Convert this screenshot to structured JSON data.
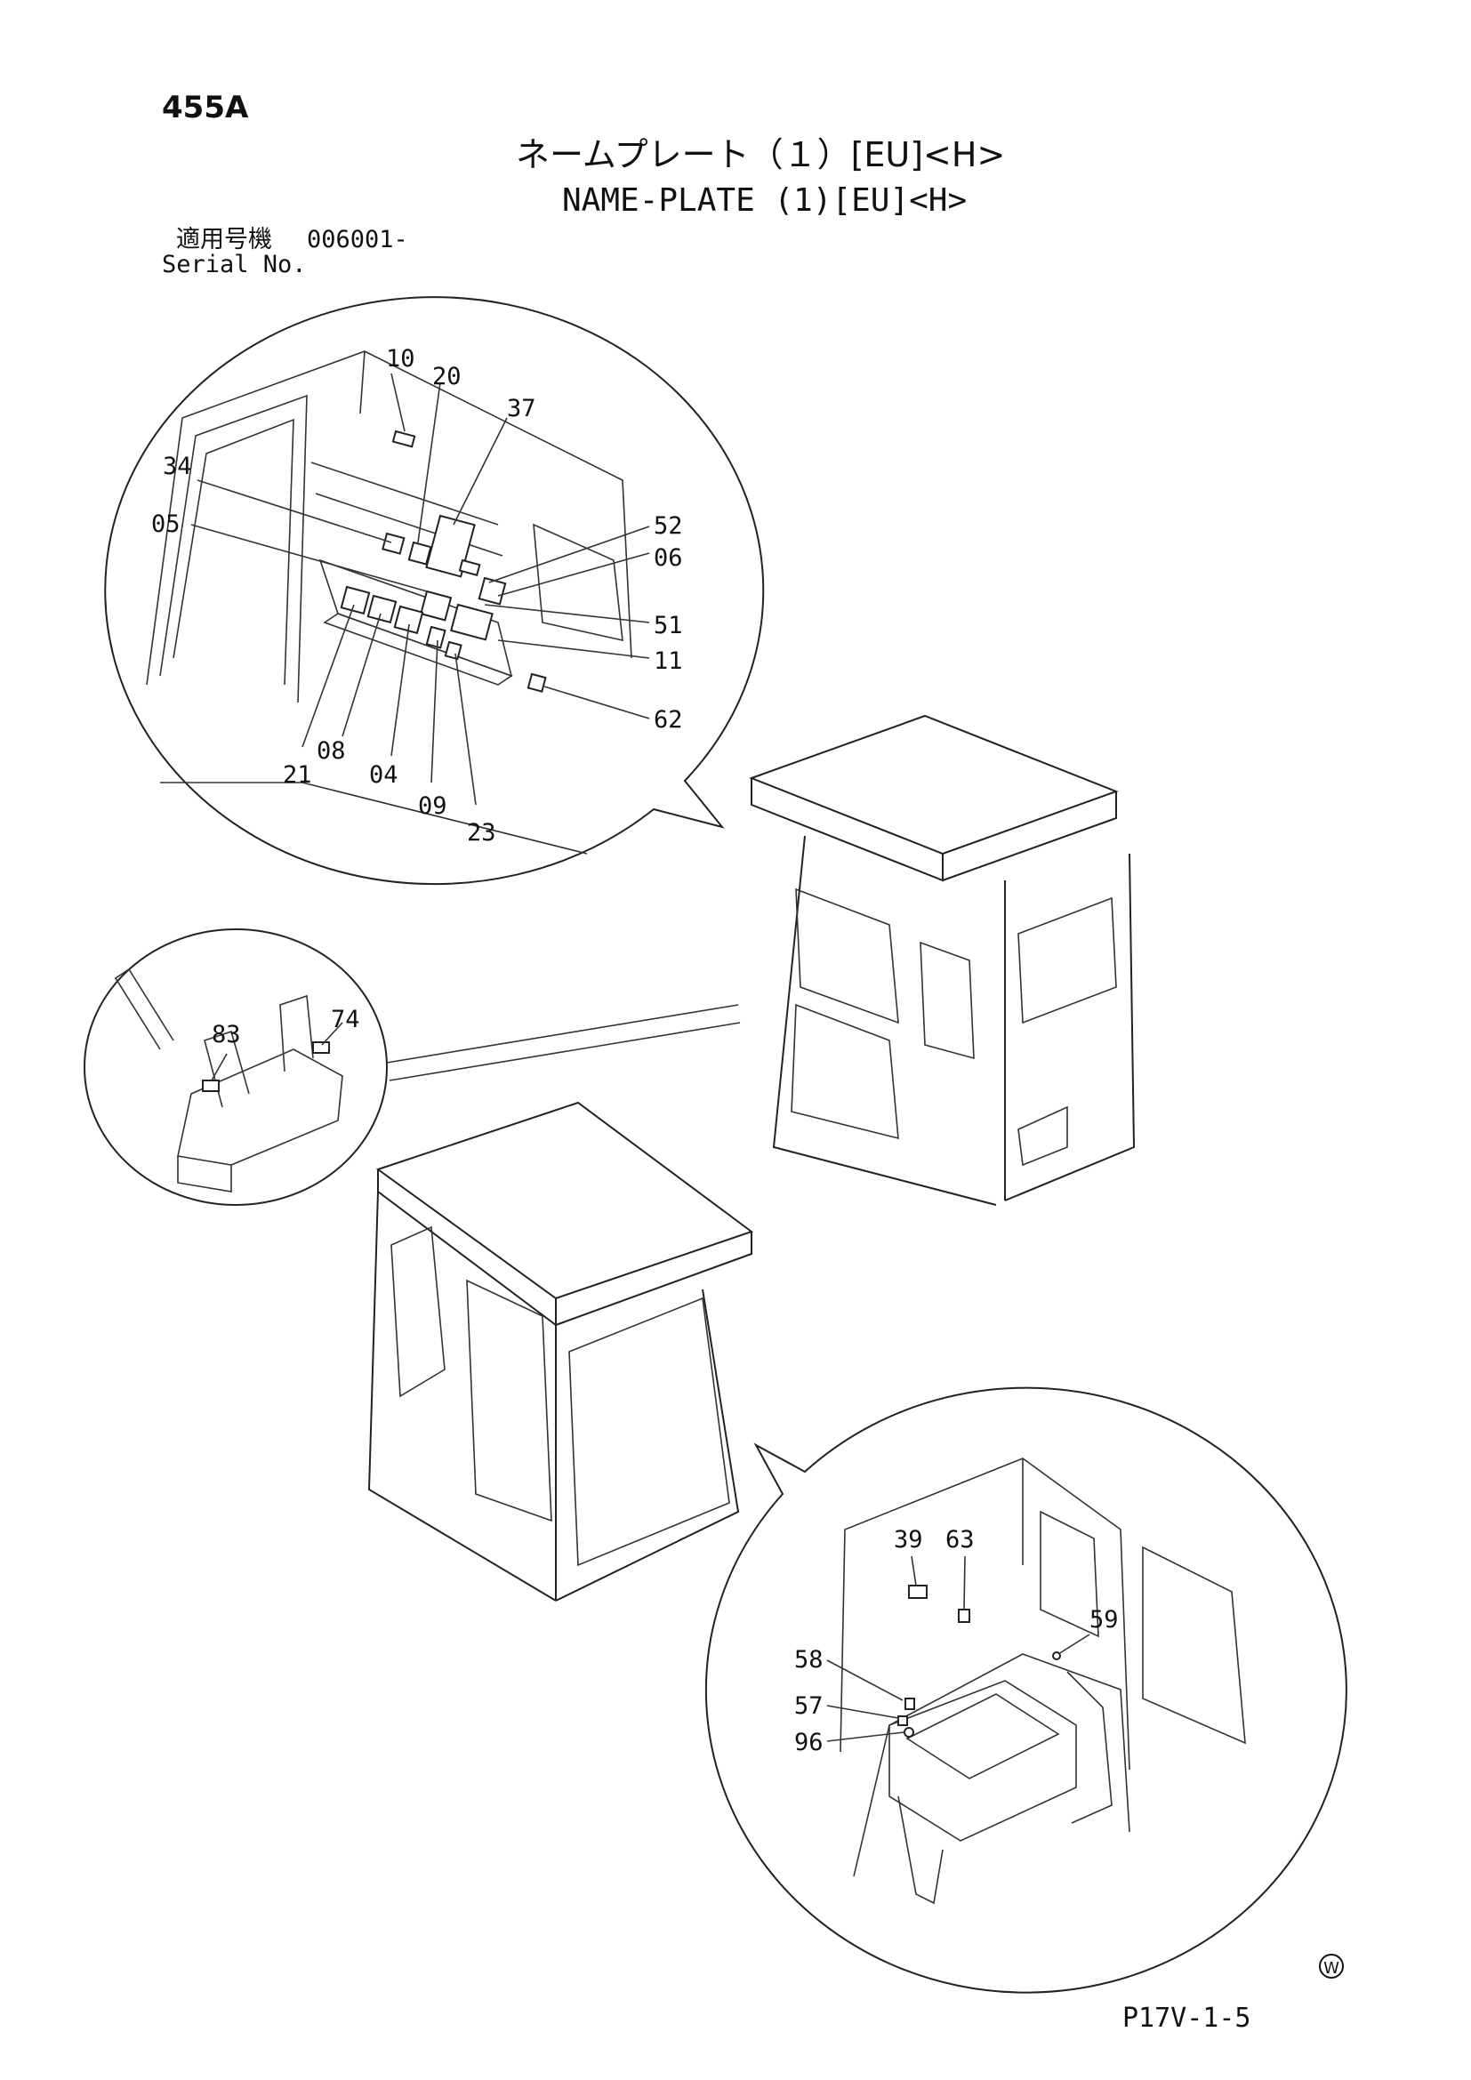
{
  "header": {
    "page_number": "455A",
    "title_jp": "ネームプレート（１）[EU]<H>",
    "title_en": "NAME-PLATE (1)[EU]<H>",
    "serial_label_jp": "適用号機",
    "serial_value": "006001-",
    "serial_label_en": "Serial No."
  },
  "callouts": {
    "c10": "10",
    "c20": "20",
    "c37": "37",
    "c34": "34",
    "c05": "05",
    "c52": "52",
    "c06": "06",
    "c51": "51",
    "c11": "11",
    "c62": "62",
    "c21": "21",
    "c08": "08",
    "c04": "04",
    "c09": "09",
    "c23": "23",
    "c83": "83",
    "c74": "74",
    "c39": "39",
    "c63": "63",
    "c59": "59",
    "c58": "58",
    "c57": "57",
    "c96": "96"
  },
  "footer": {
    "mark": "W",
    "code": "P17V-1-5"
  }
}
